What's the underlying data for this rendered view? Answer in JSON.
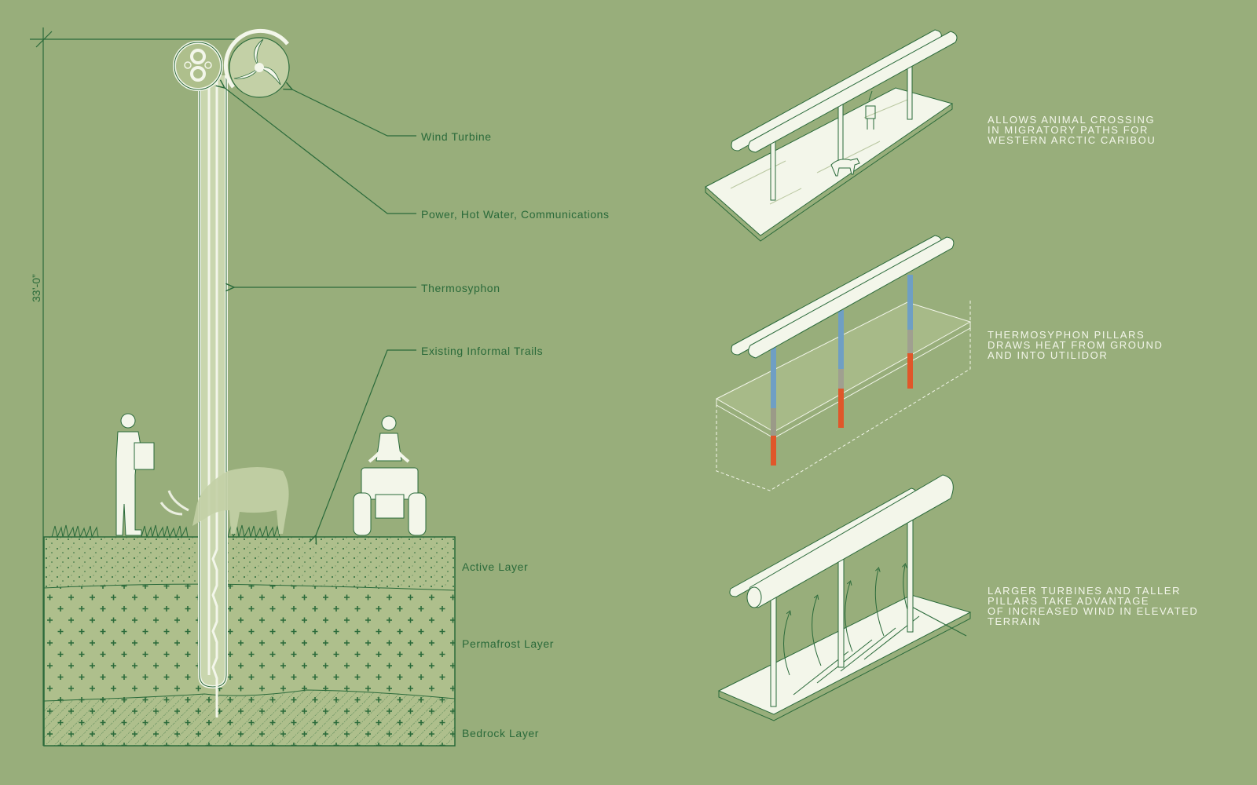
{
  "dimension": "33’-0”",
  "callouts": {
    "wind_turbine": "Wind Turbine",
    "utilities": "Power, Hot Water, Communications",
    "thermosyphon": "Thermosyphon",
    "trails": "Existing Informal Trails"
  },
  "layers": {
    "active": "Active Layer",
    "permafrost": "Permafrost Layer",
    "bedrock": "Bedrock Layer"
  },
  "notes": [
    "ALLOWS ANIMAL CROSSING\nIN MIGRATORY PATHS FOR\nWESTERN ARCTIC CARIBOU",
    "THERMOSYPHON PILLARS\nDRAWS HEAT FROM GROUND\nAND INTO UTILIDOR",
    "LARGER TURBINES AND TALLER\nPILLARS TAKE ADVANTAGE\nOF INCREASED WIND IN ELEVATED\nTERRAIN"
  ],
  "colors": {
    "background": "#98ae7b",
    "line": "#2a6a3a",
    "soil": "#aebf8c",
    "white": "#f3f6ea",
    "cold": "#6f9fc4",
    "hot": "#e0572a"
  }
}
